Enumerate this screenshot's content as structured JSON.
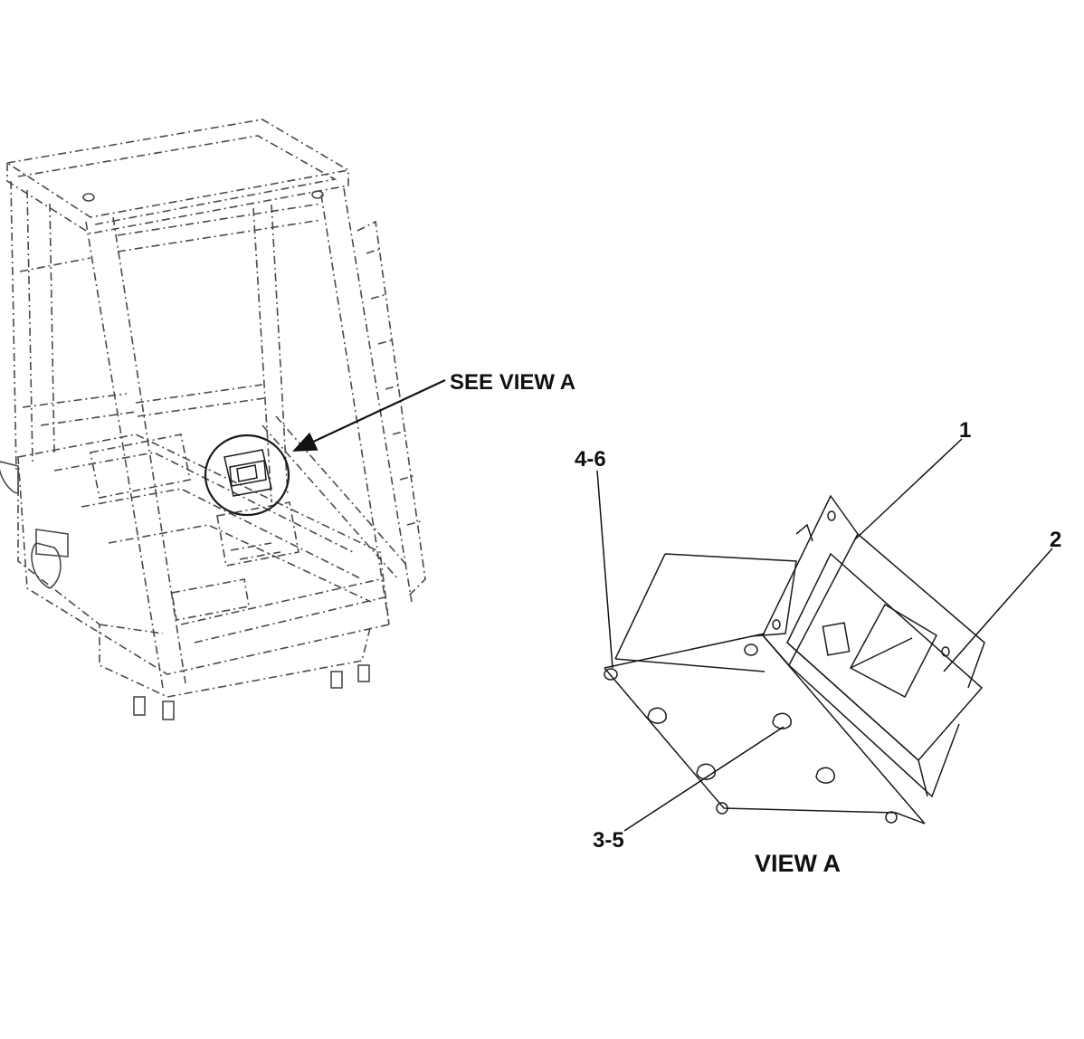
{
  "labels": {
    "see_view": "SEE VIEW A",
    "view_title": "VIEW A",
    "callouts": [
      "1",
      "2",
      "4-6",
      "3-5"
    ]
  },
  "colors": {
    "ink": "#111111",
    "cab_lines": "#4a4a4a",
    "background": "#ffffff"
  }
}
